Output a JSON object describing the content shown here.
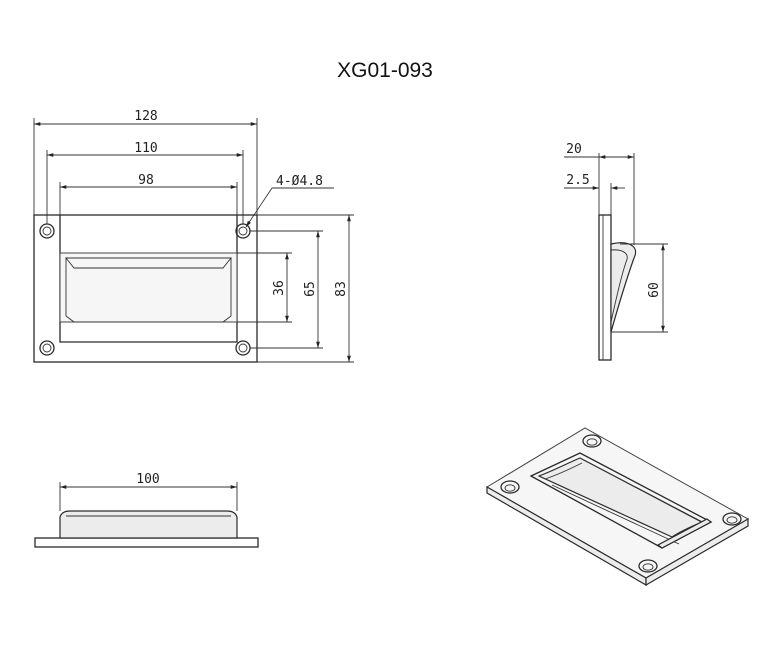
{
  "drawing": {
    "title": "XG01-093",
    "front_view": {
      "dim_width_overall": "128",
      "dim_hole_spacing": "110",
      "dim_recess_width": "98",
      "dim_holes": "4-Ø4.8",
      "dim_recess_height": "36",
      "dim_hole_spacing_vertical": "65",
      "dim_height_overall": "83"
    },
    "side_view": {
      "dim_depth": "20",
      "dim_plate_thickness": "2.5",
      "dim_cup_height": "60"
    },
    "bottom_view": {
      "dim_cup_width": "100"
    }
  }
}
